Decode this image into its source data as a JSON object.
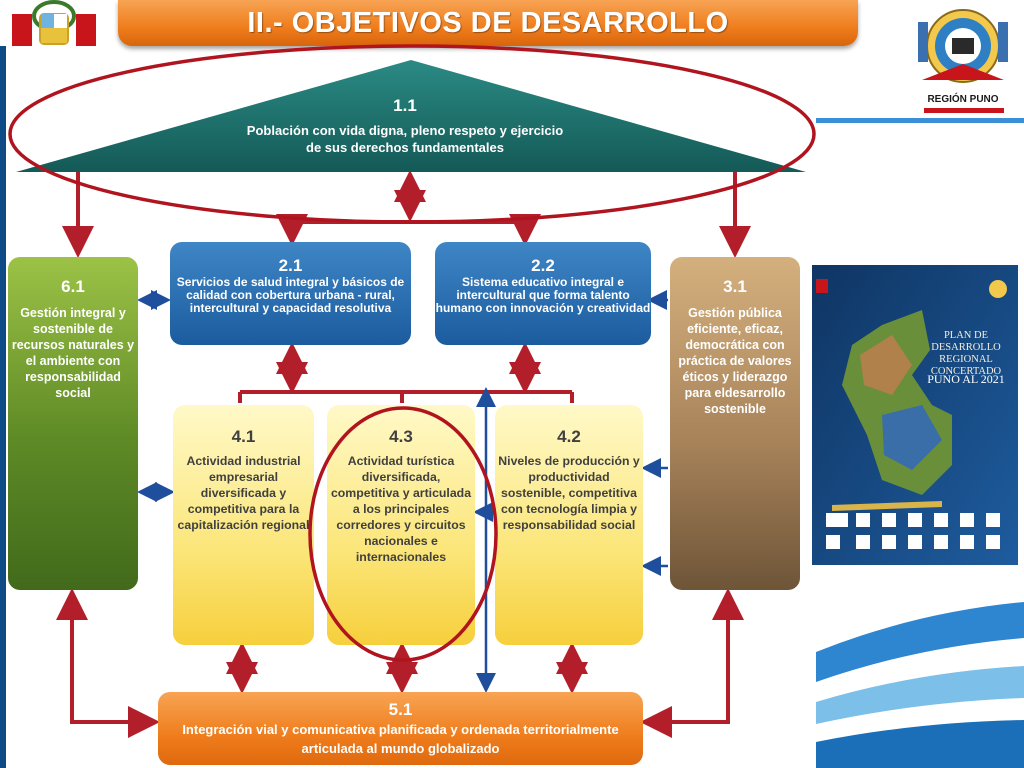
{
  "title": "II.- OBJETIVOS  DE  DESARROLLO",
  "logo_label": "REGIÓN PUNO",
  "objectives": {
    "o1_1": {
      "num": "1.1",
      "text": "Población con vida digna, pleno respeto y ejercicio de sus derechos fundamentales"
    },
    "o2_1": {
      "num": "2.1",
      "text": "Servicios de salud integral y básicos de calidad con cobertura urbana - rural, intercultural y capacidad resolutiva"
    },
    "o2_2": {
      "num": "2.2",
      "text": "Sistema educativo integral e intercultural que forma talento humano con innovación y creatividad"
    },
    "o3_1": {
      "num": "3.1",
      "text": "Gestión pública eficiente, eficaz, democrática con práctica de valores éticos y liderazgo para eldesarrollo sostenible"
    },
    "o4_1": {
      "num": "4.1",
      "text": "Actividad industrial empresarial diversificada y competitiva para la capitalización regional"
    },
    "o4_3": {
      "num": "4.3",
      "text": "Actividad turística diversificada, competitiva y articulada a los principales corredores y circuitos nacionales e internacionales"
    },
    "o4_2": {
      "num": "4.2",
      "text": "Niveles de producción y productividad sostenible, competitiva con tecnología limpia y responsabilidad social"
    },
    "o5_1": {
      "num": "5.1",
      "text": "Integración vial y comunicativa planificada y ordenada territorialmente articulada al mundo globalizado"
    },
    "o6_1": {
      "num": "6.1",
      "text": "Gestión integral y sostenible de recursos naturales y el ambiente con responsabilidad social"
    }
  },
  "cover": {
    "title": "PLAN DE DESARROLLO REGIONAL CONCERTADO",
    "subtitle": "PUNO AL 2021"
  },
  "colors": {
    "header_orange": "#ef7d1c",
    "peak_teal": "#1c6f6c",
    "blue_box": "#1b5c9e",
    "green_box": "#5e8a26",
    "brown_box": "#a8835a",
    "yellow_box": "#fbe67a",
    "arrow_red": "#b21f2b",
    "arrow_blue": "#1f4f9c",
    "ellipse_red": "#b0141e"
  }
}
